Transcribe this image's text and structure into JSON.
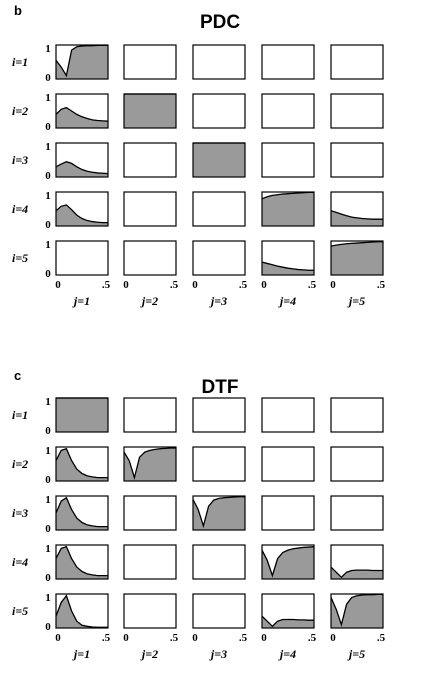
{
  "chart_data": [
    {
      "type": "area",
      "panel_letter": "b",
      "title": "PDC",
      "row_labels": [
        "i=1",
        "i=2",
        "i=3",
        "i=4",
        "i=5"
      ],
      "col_labels": [
        "j=1",
        "j=2",
        "j=3",
        "j=4",
        "j=5"
      ],
      "xlim": [
        0,
        0.5
      ],
      "ylim": [
        0,
        1
      ],
      "x_ticks": [
        "0",
        ".5"
      ],
      "y_ticks": [
        "0",
        "1"
      ],
      "x": [
        0,
        0.05,
        0.1,
        0.15,
        0.2,
        0.25,
        0.3,
        0.35,
        0.4,
        0.45,
        0.5
      ],
      "cells": [
        [
          {
            "values": [
              0.55,
              0.35,
              0.1,
              0.85,
              0.95,
              0.97,
              0.98,
              0.98,
              0.99,
              0.99,
              0.99
            ]
          },
          {
            "values": null
          },
          {
            "values": null
          },
          {
            "values": null
          },
          {
            "values": null
          }
        ],
        [
          {
            "values": [
              0.4,
              0.55,
              0.6,
              0.5,
              0.4,
              0.33,
              0.28,
              0.24,
              0.22,
              0.21,
              0.2
            ]
          },
          {
            "values": [
              1,
              1,
              1,
              1,
              1,
              1,
              1,
              1,
              1,
              1,
              1
            ]
          },
          {
            "values": null
          },
          {
            "values": null
          },
          {
            "values": null
          }
        ],
        [
          {
            "values": [
              0.3,
              0.38,
              0.45,
              0.4,
              0.3,
              0.22,
              0.17,
              0.14,
              0.12,
              0.11,
              0.1
            ]
          },
          {
            "values": null
          },
          {
            "values": [
              1,
              1,
              1,
              1,
              1,
              1,
              1,
              1,
              1,
              1,
              1
            ]
          },
          {
            "values": null
          },
          {
            "values": null
          }
        ],
        [
          {
            "values": [
              0.45,
              0.58,
              0.62,
              0.48,
              0.32,
              0.22,
              0.16,
              0.13,
              0.11,
              0.1,
              0.1
            ]
          },
          {
            "values": null
          },
          {
            "values": null
          },
          {
            "values": [
              0.8,
              0.86,
              0.9,
              0.92,
              0.94,
              0.95,
              0.96,
              0.97,
              0.98,
              0.99,
              0.99
            ]
          },
          {
            "values": [
              0.45,
              0.4,
              0.35,
              0.3,
              0.26,
              0.24,
              0.22,
              0.21,
              0.2,
              0.2,
              0.2
            ]
          }
        ],
        [
          {
            "values": null
          },
          {
            "values": null
          },
          {
            "values": null
          },
          {
            "values": [
              0.38,
              0.34,
              0.3,
              0.26,
              0.23,
              0.2,
              0.18,
              0.16,
              0.15,
              0.14,
              0.14
            ]
          },
          {
            "values": [
              0.85,
              0.88,
              0.9,
              0.92,
              0.93,
              0.94,
              0.95,
              0.96,
              0.97,
              0.98,
              0.98
            ]
          }
        ]
      ]
    },
    {
      "type": "area",
      "panel_letter": "c",
      "title": "DTF",
      "row_labels": [
        "i=1",
        "i=2",
        "i=3",
        "i=4",
        "i=5"
      ],
      "col_labels": [
        "j=1",
        "j=2",
        "j=3",
        "j=4",
        "j=5"
      ],
      "xlim": [
        0,
        0.5
      ],
      "ylim": [
        0,
        1
      ],
      "x_ticks": [
        "0",
        ".5"
      ],
      "y_ticks": [
        "0",
        "1"
      ],
      "x": [
        0,
        0.05,
        0.1,
        0.15,
        0.2,
        0.25,
        0.3,
        0.35,
        0.4,
        0.45,
        0.5
      ],
      "cells": [
        [
          {
            "values": [
              1,
              1,
              1,
              1,
              1,
              1,
              1,
              1,
              1,
              1,
              1
            ]
          },
          {
            "values": null
          },
          {
            "values": null
          },
          {
            "values": null
          },
          {
            "values": null
          }
        ],
        [
          {
            "values": [
              0.6,
              0.9,
              0.95,
              0.6,
              0.35,
              0.22,
              0.15,
              0.12,
              0.1,
              0.1,
              0.1
            ]
          },
          {
            "values": [
              0.85,
              0.6,
              0.1,
              0.7,
              0.85,
              0.9,
              0.93,
              0.95,
              0.96,
              0.97,
              0.97
            ]
          },
          {
            "values": null
          },
          {
            "values": null
          },
          {
            "values": null
          }
        ],
        [
          {
            "values": [
              0.5,
              0.85,
              0.95,
              0.6,
              0.35,
              0.22,
              0.15,
              0.12,
              0.1,
              0.1,
              0.1
            ]
          },
          {
            "values": null
          },
          {
            "values": [
              0.9,
              0.6,
              0.12,
              0.7,
              0.88,
              0.93,
              0.95,
              0.96,
              0.97,
              0.98,
              0.98
            ]
          },
          {
            "values": null
          },
          {
            "values": null
          }
        ],
        [
          {
            "values": [
              0.6,
              0.9,
              0.95,
              0.6,
              0.35,
              0.22,
              0.15,
              0.12,
              0.1,
              0.1,
              0.1
            ]
          },
          {
            "values": null
          },
          {
            "values": null
          },
          {
            "values": [
              0.85,
              0.55,
              0.1,
              0.6,
              0.78,
              0.85,
              0.89,
              0.91,
              0.93,
              0.94,
              0.95
            ]
          },
          {
            "values": [
              0.35,
              0.2,
              0.05,
              0.2,
              0.25,
              0.26,
              0.26,
              0.26,
              0.25,
              0.25,
              0.25
            ]
          }
        ],
        [
          {
            "values": [
              0.35,
              0.75,
              0.95,
              0.5,
              0.2,
              0.08,
              0.05,
              0.03,
              0.02,
              0.02,
              0.02
            ]
          },
          {
            "values": null
          },
          {
            "values": null
          },
          {
            "values": [
              0.35,
              0.2,
              0.05,
              0.2,
              0.25,
              0.25,
              0.25,
              0.24,
              0.24,
              0.23,
              0.23
            ]
          },
          {
            "values": [
              0.9,
              0.55,
              0.1,
              0.7,
              0.9,
              0.95,
              0.97,
              0.98,
              0.98,
              0.99,
              0.99
            ]
          }
        ]
      ]
    }
  ]
}
